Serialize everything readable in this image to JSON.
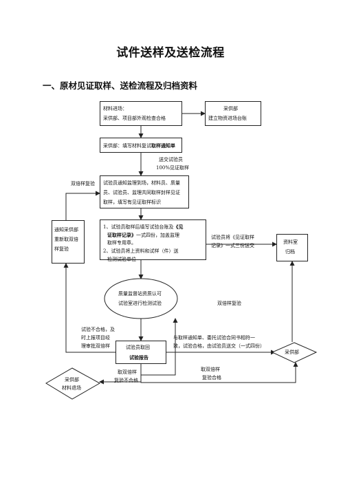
{
  "title": "试件送样及送检流程",
  "heading": "一、原材见证取样、送检流程及归档资料",
  "nodes": {
    "materials_entry": {
      "line1": "材料进场：",
      "line2": "采供部、项目部外观检查合格"
    },
    "procurement_ledger": {
      "line1": "采供部",
      "line2": "建立物资进场台账"
    },
    "fill_notice": {
      "prefix": "采供部：填写材料复试",
      "bold": "取样通知单"
    },
    "deliver_note": {
      "line1": "送交试验员",
      "line2": "100%见证取样"
    },
    "sampling": {
      "line1": "试验员通知监理到场，材料员、质量",
      "line2": "员、试验员、监理共同取样封样见证",
      "line3": "取样，填写有见证取样标识"
    },
    "double_retest_label": "双倍样复验",
    "register": {
      "l1a": "1、试验员取样后填写试验台账及",
      "l1b": "《见",
      "l2a": "证取样记录》",
      "l2b": "一式四份，加盖监理",
      "l3": "取样专用章。",
      "l4": "2、试验员将上资料和试样（件）送",
      "l5": "检测试验单位"
    },
    "notify_double": {
      "line1": "通知采供部",
      "line2": "重新取双倍",
      "line3": "样复验"
    },
    "record_note": {
      "line1": "试验员将《见证取样",
      "line2": "记录》一式三份送交"
    },
    "archive": {
      "line1": "资料室",
      "line2": "归档"
    },
    "lab_test": {
      "line1": "质量监督站资质认可",
      "line2": "试验室进行检测试验"
    },
    "double_retest_right": "双倍样复验",
    "fail_note": {
      "line1": "试验不合格，及",
      "line2": "时上报项目经",
      "line3": "理审批双倍样"
    },
    "report": {
      "line1": "试验员取回",
      "line2": "试验报告"
    },
    "compare_note": {
      "line1": "与取样通知单、委托试验合同书相符一",
      "line2": "致，试验合格，由试验员送交（一式四份）"
    },
    "procurement_diamond": "采供部",
    "retake_fail": {
      "line1": "取双倍样",
      "line2": "复验不合格"
    },
    "retake_pass": {
      "line1": "取双倍样",
      "line2": "复验合格"
    },
    "return_materials": {
      "line1": "采供部",
      "line2": "材料退场"
    }
  }
}
